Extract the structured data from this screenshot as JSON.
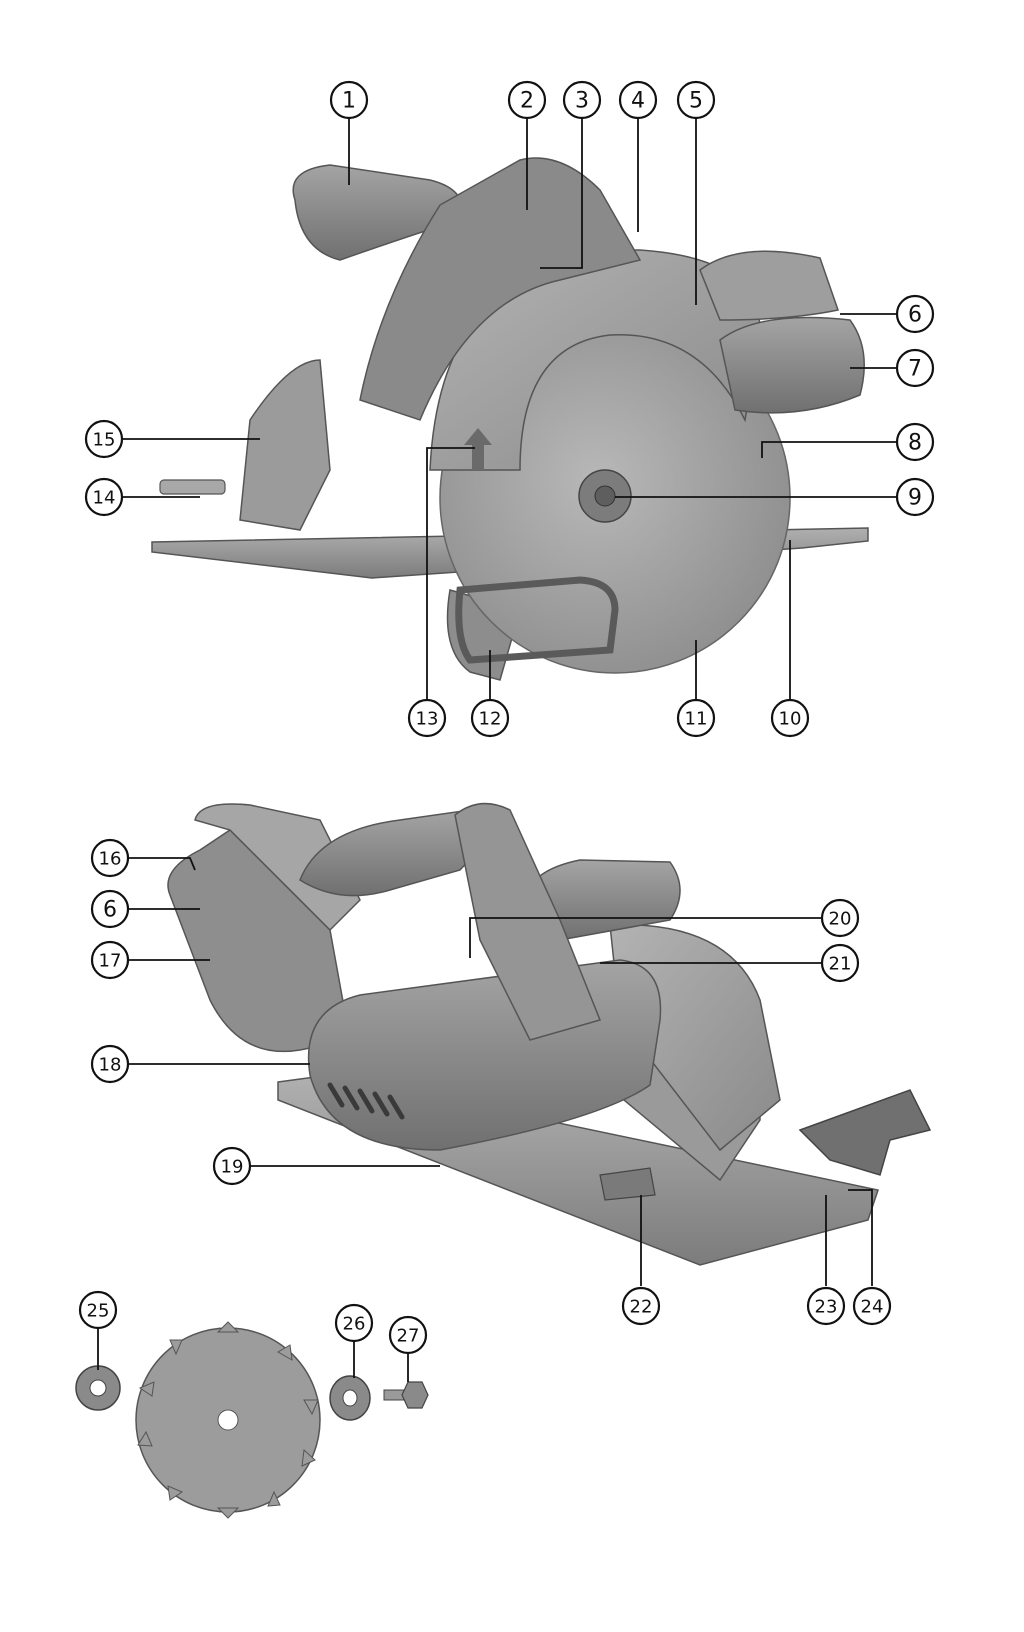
{
  "figure": {
    "views": [
      {
        "id": "side-view",
        "name": "saw-front-side-view"
      },
      {
        "id": "rear-view",
        "name": "saw-rear-side-view"
      },
      {
        "id": "blade-parts",
        "name": "blade-and-fasteners"
      }
    ],
    "callouts": [
      {
        "id": "c1",
        "label": "1"
      },
      {
        "id": "c2",
        "label": "2"
      },
      {
        "id": "c3",
        "label": "3"
      },
      {
        "id": "c4",
        "label": "4"
      },
      {
        "id": "c5",
        "label": "5"
      },
      {
        "id": "c6a",
        "label": "6"
      },
      {
        "id": "c7",
        "label": "7"
      },
      {
        "id": "c8",
        "label": "8"
      },
      {
        "id": "c9",
        "label": "9"
      },
      {
        "id": "c10",
        "label": "10"
      },
      {
        "id": "c11",
        "label": "11"
      },
      {
        "id": "c12",
        "label": "12"
      },
      {
        "id": "c13",
        "label": "13"
      },
      {
        "id": "c14",
        "label": "14"
      },
      {
        "id": "c15",
        "label": "15"
      },
      {
        "id": "c16",
        "label": "16"
      },
      {
        "id": "c6b",
        "label": "6"
      },
      {
        "id": "c17",
        "label": "17"
      },
      {
        "id": "c18",
        "label": "18"
      },
      {
        "id": "c19",
        "label": "19"
      },
      {
        "id": "c20",
        "label": "20"
      },
      {
        "id": "c21",
        "label": "21"
      },
      {
        "id": "c22",
        "label": "22"
      },
      {
        "id": "c23",
        "label": "23"
      },
      {
        "id": "c24",
        "label": "24"
      },
      {
        "id": "c25",
        "label": "25"
      },
      {
        "id": "c26",
        "label": "26"
      },
      {
        "id": "c27",
        "label": "27"
      }
    ],
    "colors": {
      "body": "#8a8a8a",
      "body_light": "#a9a9a9",
      "body_dark": "#5e5e5e",
      "plate": "#9c9c9c",
      "ink": "#111111"
    }
  }
}
